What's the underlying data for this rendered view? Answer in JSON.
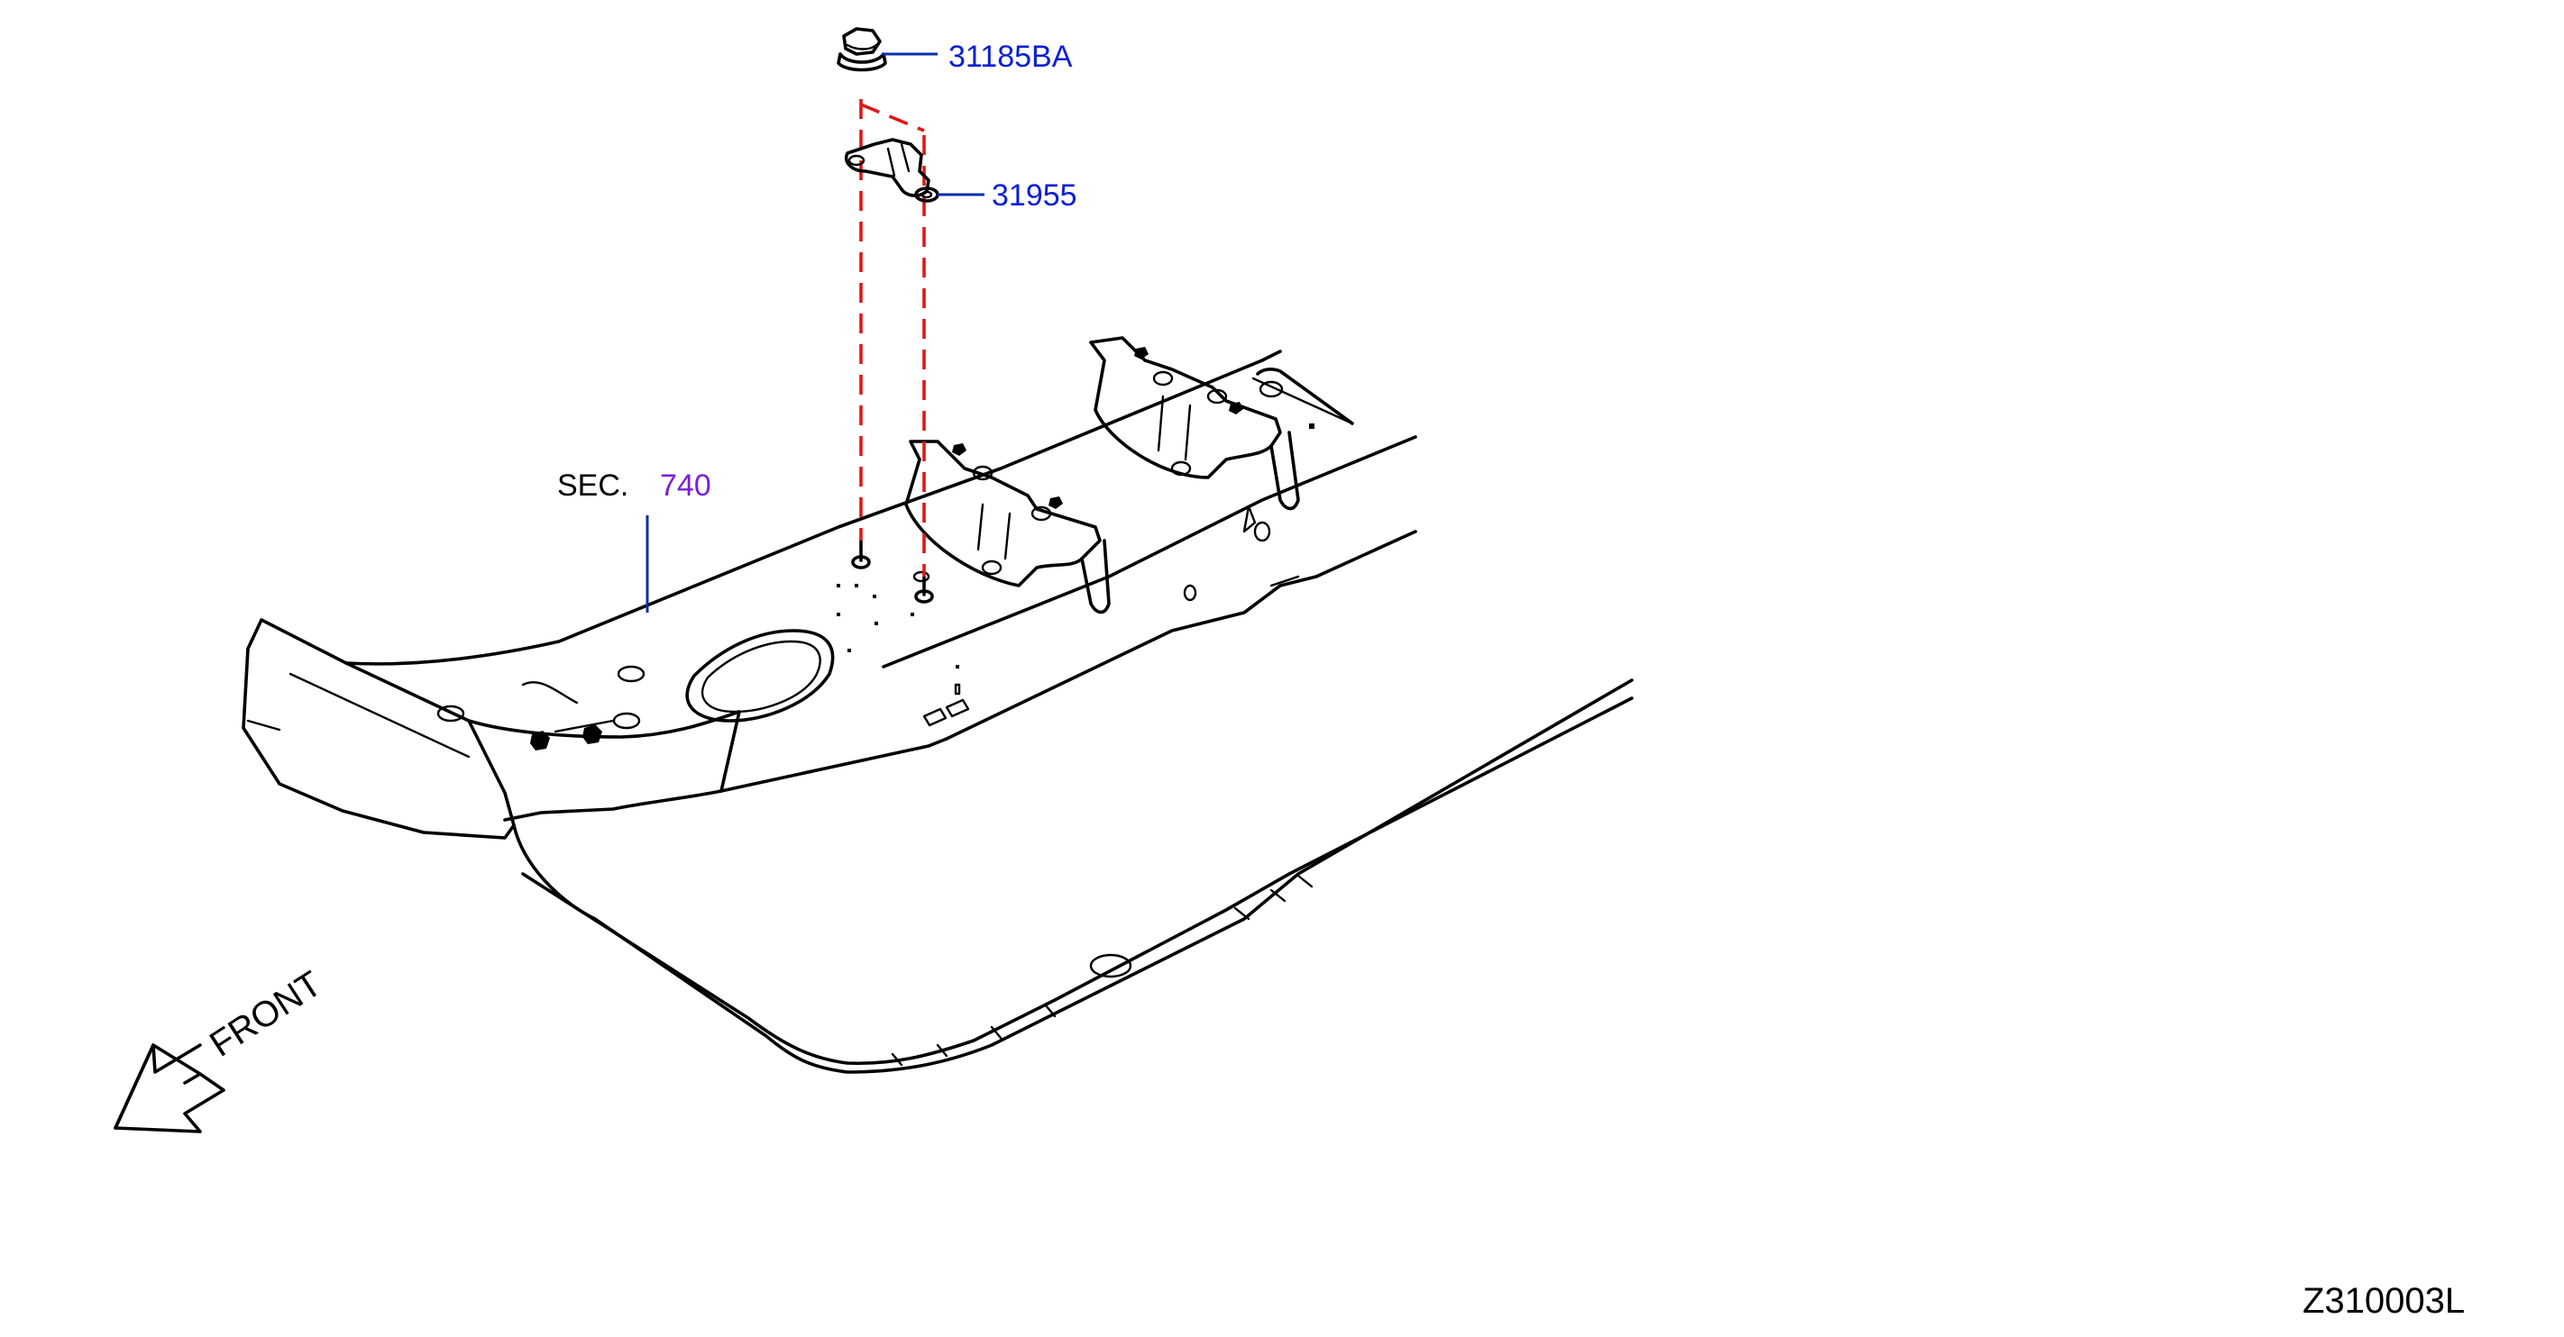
{
  "callouts": {
    "part_a": "31185BA",
    "part_b": "31955",
    "section_prefix": "SEC.",
    "section_number": "740"
  },
  "direction_label": "FRONT",
  "diagram_code": "Z310003L",
  "colors": {
    "part_number": "#0a1fd6",
    "section_number": "#7a1fd6",
    "leader_line": "#0b2fa8",
    "phantom_line": "#e01818",
    "line_art": "#000000"
  },
  "icons": [
    "hex-nut-icon",
    "sensor-bracket-icon",
    "front-direction-arrow-icon"
  ]
}
